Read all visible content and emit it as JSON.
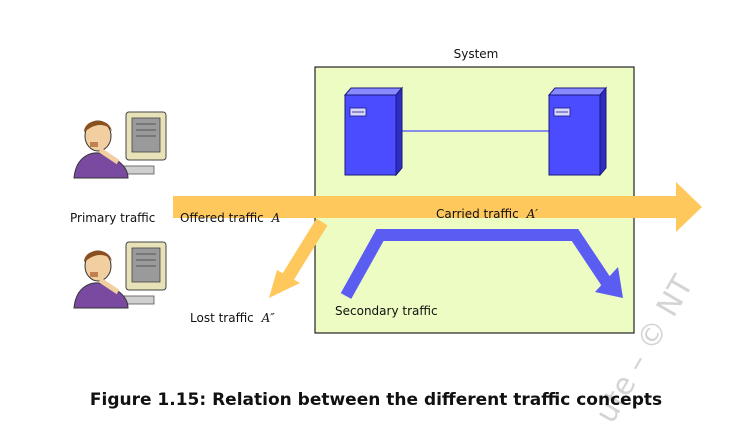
{
  "diagram": {
    "system_label": "System",
    "primary_traffic": "Primary traffic",
    "offered_traffic": "Offered traffic",
    "offered_symbol": "A",
    "carried_traffic": "Carried traffic",
    "carried_symbol": "A′",
    "lost_traffic": "Lost traffic",
    "lost_symbol": "A″",
    "secondary_traffic": "Secondary traffic",
    "watermark": "ute – © NT"
  },
  "caption": "Figure 1.15:  Relation between the different traffic concepts",
  "colors": {
    "system_fill": "#ecfcc2",
    "traffic_arrow": "#ffc85c",
    "server": "#4b4bff",
    "secondary_arrow": "#5a5cf2"
  }
}
